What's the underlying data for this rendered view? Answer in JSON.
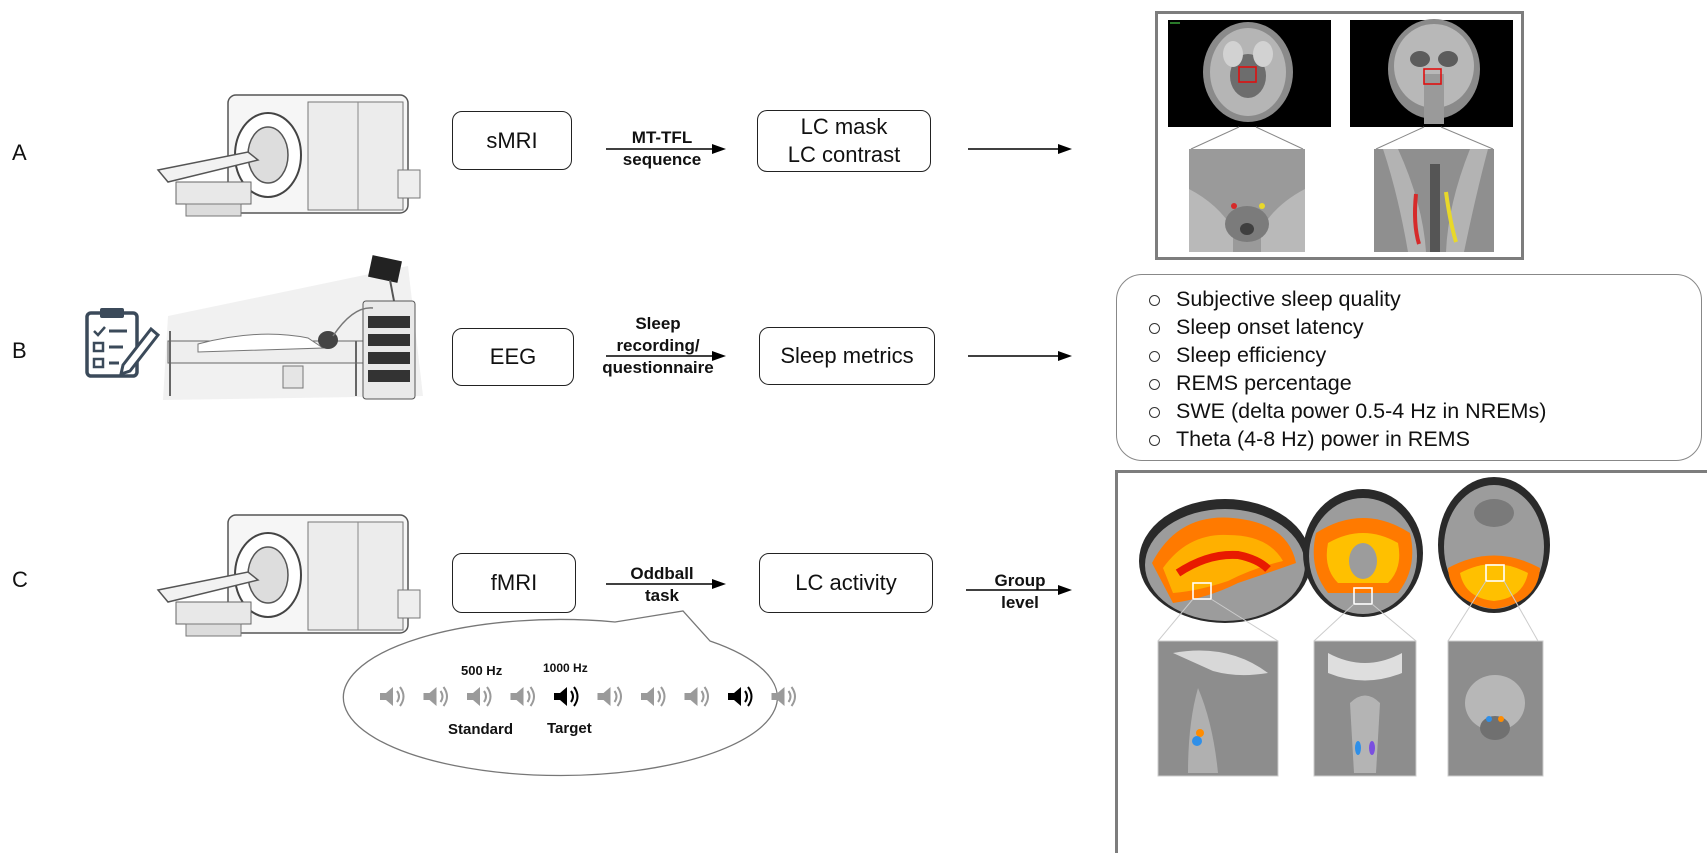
{
  "rows": [
    {
      "id": "A",
      "label": "A",
      "equipment": "mri-scanner",
      "modality": "sMRI",
      "arrow_label_lines": [
        "MT-TFL",
        "sequence"
      ],
      "output_lines": [
        "LC mask",
        "LC contrast"
      ]
    },
    {
      "id": "B",
      "label": "B",
      "equipment": "sleep-recording-setup",
      "modality": "EEG",
      "arrow_label_lines": [
        "Sleep",
        "recording/",
        "questionnaire"
      ],
      "output_lines": [
        "Sleep metrics"
      ]
    },
    {
      "id": "C",
      "label": "C",
      "equipment": "mri-scanner",
      "modality": "fMRI",
      "arrow_label_lines": [
        "Oddball",
        "task"
      ],
      "output_lines": [
        "LC activity"
      ],
      "group_arrow_label_lines": [
        "Group",
        "level"
      ]
    }
  ],
  "sleep_metrics_list": [
    "Subjective sleep quality",
    "Sleep onset latency",
    "Sleep efficiency",
    "REMS percentage",
    "SWE (delta power 0.5-4 Hz in NREMs)",
    "Theta (4-8 Hz) power in REMS"
  ],
  "oddball": {
    "standard_freq": "500 Hz",
    "target_freq": "1000 Hz",
    "standard_label": "Standard",
    "target_label": "Target",
    "sequence": [
      "standard",
      "standard",
      "standard",
      "standard",
      "target",
      "standard",
      "standard",
      "standard",
      "target",
      "standard"
    ]
  },
  "icons": {
    "questionnaire": "clipboard-checklist-icon",
    "speaker": "speaker-icon"
  },
  "colors": {
    "lc_mask_left": "#d62a2a",
    "lc_mask_right": "#e8d82a",
    "activation_hot": "#ff8c00",
    "activation_blue": "#2f8fe8",
    "standard_tone": "#9a9a9a",
    "target_tone": "#000000"
  }
}
